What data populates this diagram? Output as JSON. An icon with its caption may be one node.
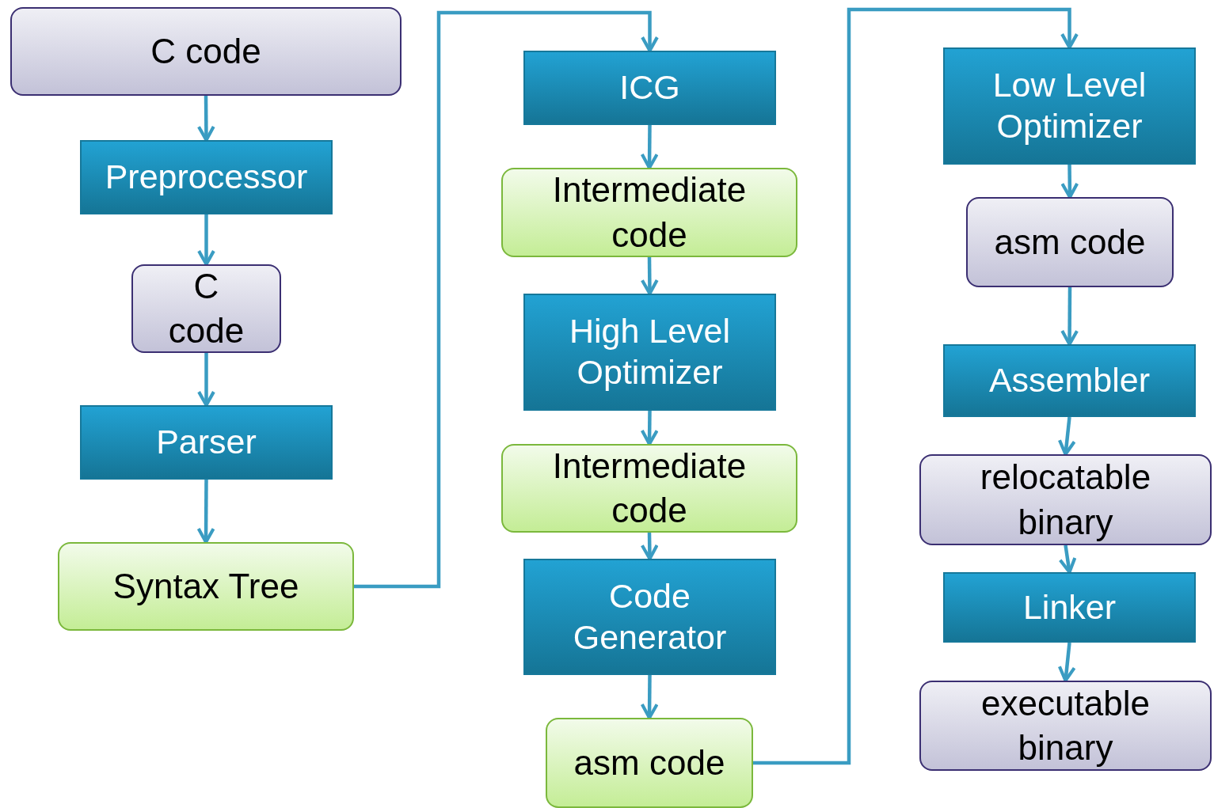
{
  "diagram": {
    "nodes": [
      {
        "text": [
          "C code"
        ]
      },
      {
        "text": [
          "Preprocessor"
        ]
      },
      {
        "text": [
          "C code"
        ]
      },
      {
        "text": [
          "Parser"
        ]
      },
      {
        "text": [
          "Syntax Tree"
        ]
      },
      {
        "text": [
          "ICG"
        ]
      },
      {
        "text": [
          "Intermediate code"
        ]
      },
      {
        "text": [
          "High Level Optimizer"
        ]
      },
      {
        "text": [
          "Intermediate code"
        ]
      },
      {
        "text": [
          "Code Generator"
        ]
      },
      {
        "text": [
          "asm code"
        ]
      },
      {
        "text": [
          "Low Level Optimizer"
        ]
      },
      {
        "text": [
          "asm code"
        ]
      },
      {
        "text": [
          "Assembler"
        ]
      },
      {
        "text": [
          "relocatable binary"
        ]
      },
      {
        "text": [
          "Linker"
        ]
      },
      {
        "text": [
          "executable binary"
        ]
      }
    ],
    "edges": [
      {
        "from": 0,
        "to": 1,
        "arrow": "to"
      },
      {
        "from": 1,
        "to": 2,
        "arrow": "to"
      },
      {
        "from": 2,
        "to": 3,
        "arrow": "to"
      },
      {
        "from": 3,
        "to": 4,
        "arrow": "to"
      },
      {
        "from": 4,
        "to": 5,
        "arrow": "to"
      },
      {
        "from": 5,
        "to": 6,
        "arrow": "to"
      },
      {
        "from": 6,
        "to": 7,
        "arrow": "to"
      },
      {
        "from": 7,
        "to": 8,
        "arrow": "to"
      },
      {
        "from": 8,
        "to": 9,
        "arrow": "to"
      },
      {
        "from": 9,
        "to": 10,
        "arrow": "to"
      },
      {
        "from": 10,
        "to": 11,
        "arrow": "to"
      },
      {
        "from": 11,
        "to": 12,
        "arrow": "to"
      },
      {
        "from": 12,
        "to": 13,
        "arrow": "to"
      },
      {
        "from": 13,
        "to": 14,
        "arrow": "to"
      },
      {
        "from": 14,
        "to": 15,
        "arrow": "to"
      },
      {
        "from": 15,
        "to": 16,
        "arrow": "to"
      }
    ]
  }
}
